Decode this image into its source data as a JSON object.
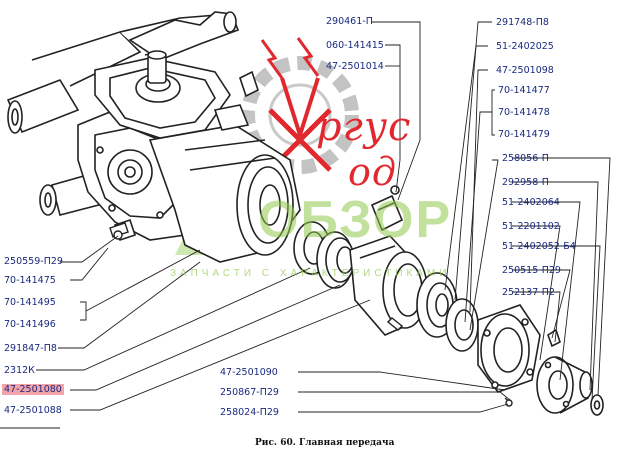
{
  "caption": "Рис. 60. Главная передача",
  "watermark": {
    "brand_line1": "ргус",
    "brand_line2": "од",
    "site": "ОБЗОР",
    "tagline": "ЗАПЧАСТИ С ХАРАКТЕРИСТИКАМИ"
  },
  "labels_left": [
    "250559-П29",
    "70-141475",
    "70-141495",
    "70-141496",
    "291847-П8",
    "2312К",
    "47-2501080",
    "47-2501088"
  ],
  "labels_top": [
    "290461-П",
    "060-141415",
    "47-2501014"
  ],
  "labels_right": [
    "291748-П8",
    "51-2402025",
    "47-2501098",
    "70-141477",
    "70-141478",
    "70-141479",
    "258056-П",
    "292958-П",
    "51-2402064",
    "51-2201102",
    "51-2402052-Б4",
    "250515-П29",
    "252137-П2"
  ],
  "labels_bottom": [
    "47-2501090",
    "250867-П29",
    "258024-П29"
  ],
  "highlight_label": "47-2501080",
  "colors": {
    "label_text": "#1a2a80",
    "highlight": "#f4a3a8",
    "brand_red": "#e0282e",
    "brand_green": "#8fc94d",
    "leader_line": "#222222"
  }
}
